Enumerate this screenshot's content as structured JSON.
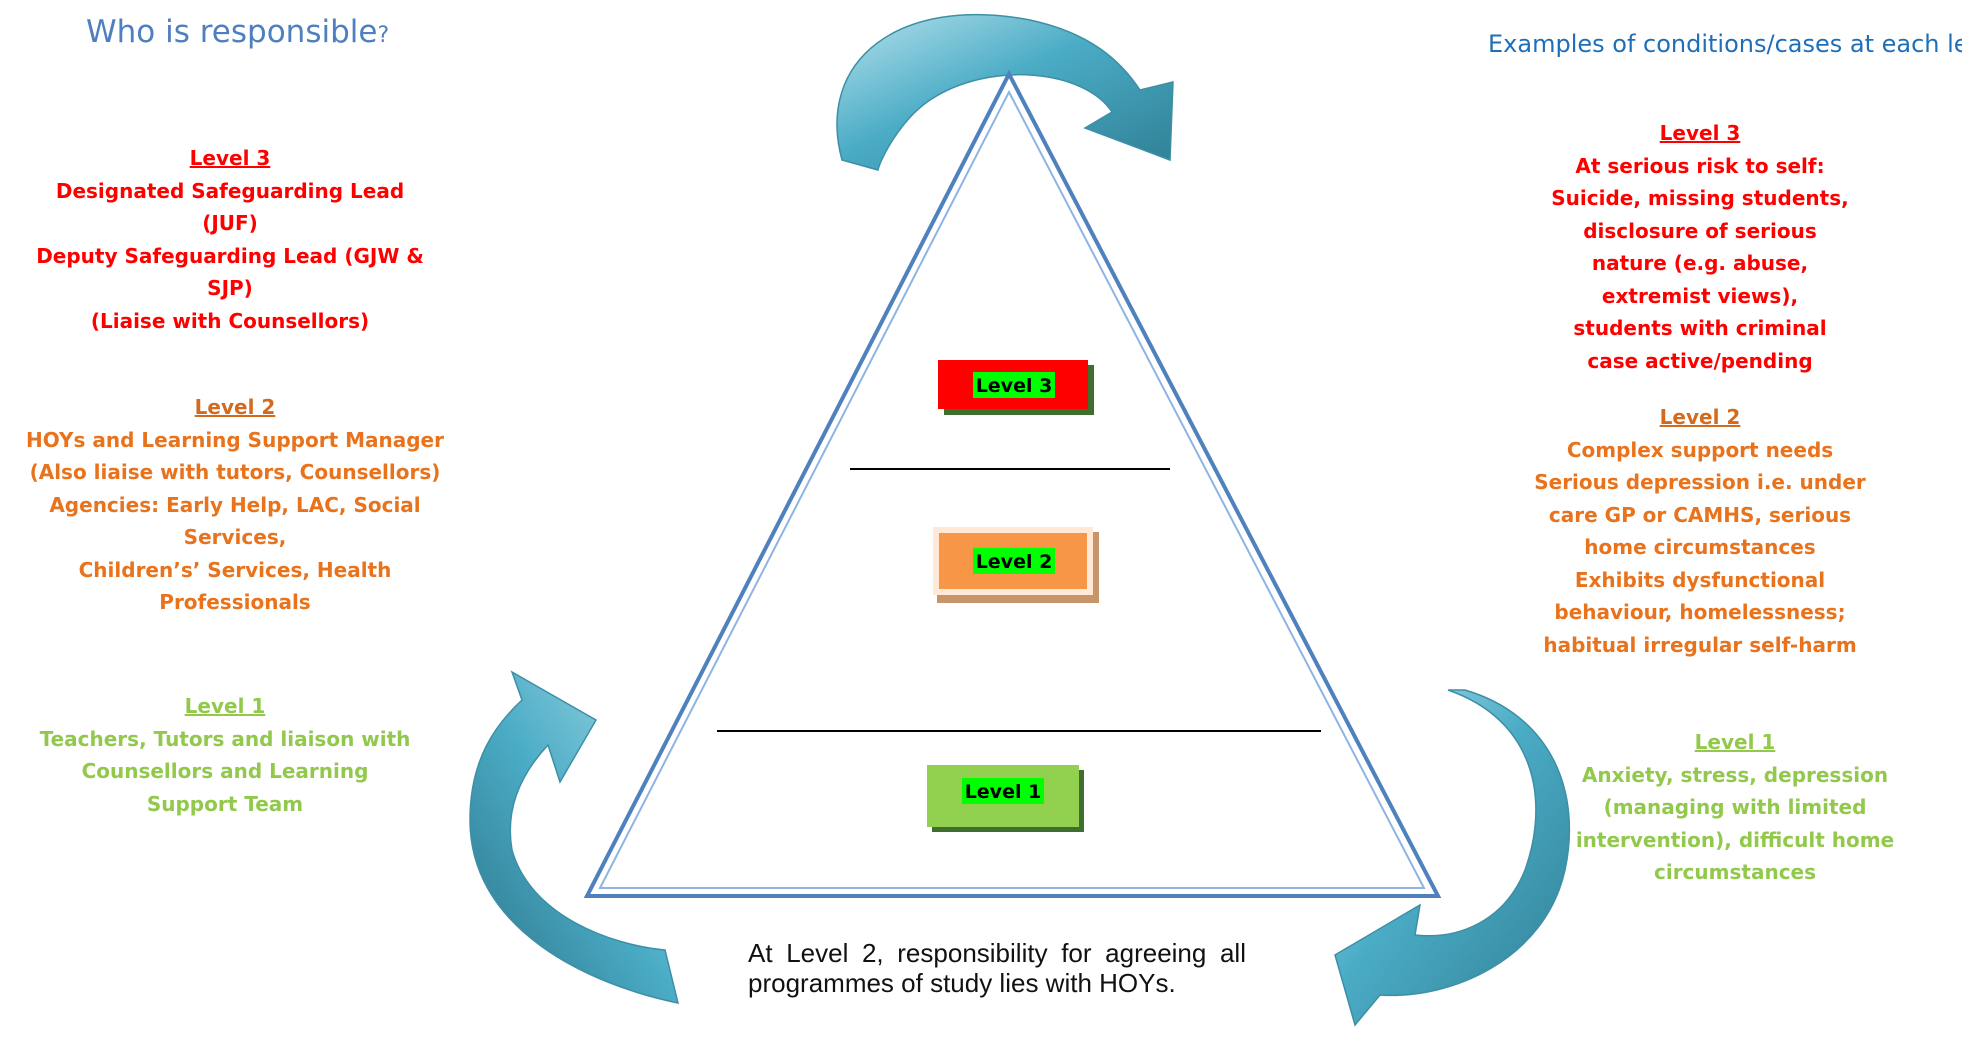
{
  "headings": {
    "left_main": "Who is responsible",
    "left_qmark": "?",
    "right": "Examples of conditions/cases at each level"
  },
  "responsible": {
    "level3": {
      "title": "Level 3",
      "lines": [
        "Designated Safeguarding Lead (JUF)",
        "Deputy Safeguarding Lead (GJW &",
        "SJP)",
        "(Liaise with Counsellors)"
      ]
    },
    "level2": {
      "title": "Level 2",
      "lines": [
        "HOYs and Learning Support Manager",
        "(Also liaise with tutors, Counsellors)",
        "Agencies: Early Help, LAC, Social Services,",
        "Children’s’ Services, Health Professionals"
      ]
    },
    "level1": {
      "title": "Level 1",
      "lines": [
        "Teachers, Tutors and liaison with",
        "Counsellors and Learning",
        "Support Team"
      ]
    }
  },
  "examples": {
    "level3": {
      "title": "Level 3",
      "lines": [
        "At serious risk to self:",
        "Suicide, missing students,",
        "disclosure of serious",
        "nature (e.g. abuse,",
        "extremist views),",
        "students with criminal",
        "case active/pending"
      ]
    },
    "level2": {
      "title": "Level 2",
      "lines": [
        "Complex support needs",
        "Serious depression i.e. under",
        "care GP or CAMHS, serious",
        "home circumstances",
        "Exhibits dysfunctional",
        "behaviour, homelessness;",
        "habitual irregular self-harm"
      ]
    },
    "level1": {
      "title": "Level 1",
      "lines": [
        "Anxiety, stress, depression",
        "(managing with limited",
        "intervention), difficult home",
        "circumstances"
      ]
    }
  },
  "pyramid": {
    "boxes": [
      {
        "label": "Level 3",
        "color": "#ff0000",
        "label_bg": "#00ff00"
      },
      {
        "label": "Level 2",
        "color": "#f79646",
        "label_bg": "#00ff00"
      },
      {
        "label": "Level 1",
        "color": "#92d050",
        "label_bg": "#00ff00"
      }
    ],
    "outline_color": "#4f81bd",
    "arrow_color": "#4bacc6"
  },
  "note": "At Level 2, responsibility for agreeing all programmes of study lies with HOYs."
}
